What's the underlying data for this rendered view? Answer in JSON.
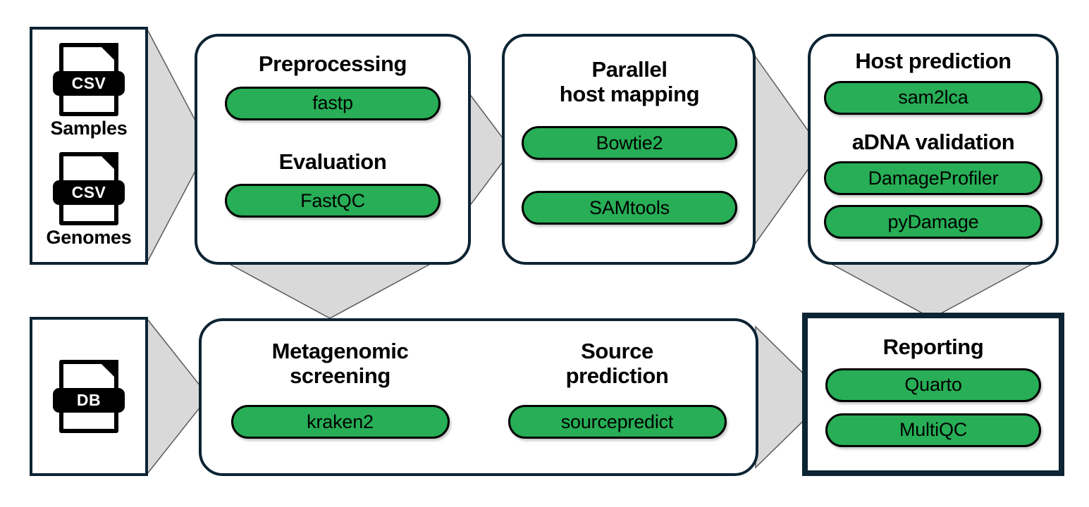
{
  "diagram": {
    "title": "Bioinformatics pipeline workflow",
    "colors": {
      "pill_fill": "#27ae56",
      "box_border": "#0c2433",
      "arrow_fill": "#d9d9d9",
      "arrow_stroke": "#5a5a5a",
      "icon_black": "#000000",
      "background": "#ffffff"
    }
  },
  "inputs": {
    "samples_box": {
      "entries": [
        {
          "icon_text": "CSV",
          "label": "Samples"
        },
        {
          "icon_text": "CSV",
          "label": "Genomes"
        }
      ]
    },
    "database_box": {
      "entries": [
        {
          "icon_text": "DB",
          "label": ""
        }
      ]
    }
  },
  "stages": {
    "preprocessing": {
      "sections": [
        {
          "title": "Preprocessing",
          "tools": [
            "fastp"
          ]
        },
        {
          "title": "Evaluation",
          "tools": [
            "FastQC"
          ]
        }
      ]
    },
    "host_mapping": {
      "sections": [
        {
          "title": "Parallel\nhost mapping",
          "tools": [
            "Bowtie2",
            "SAMtools"
          ]
        }
      ]
    },
    "host_prediction": {
      "sections": [
        {
          "title": "Host prediction",
          "tools": [
            "sam2lca"
          ]
        },
        {
          "title": "aDNA validation",
          "tools": [
            "DamageProfiler",
            "pyDamage"
          ]
        }
      ]
    },
    "metagenomic_screening": {
      "sections": [
        {
          "title": "Metagenomic\nscreening",
          "tools": [
            "kraken2"
          ]
        },
        {
          "title": "Source\nprediction",
          "tools": [
            "sourcepredict"
          ]
        }
      ]
    },
    "reporting": {
      "sections": [
        {
          "title": "Reporting",
          "tools": [
            "Quarto",
            "MultiQC"
          ]
        }
      ]
    }
  },
  "labels": {
    "preprocessing_title": "Preprocessing",
    "evaluation_title": "Evaluation",
    "fastp": "fastp",
    "fastqc": "FastQC",
    "parallel_host_mapping_line1": "Parallel",
    "parallel_host_mapping_line2": "host mapping",
    "bowtie2": "Bowtie2",
    "samtools": "SAMtools",
    "host_prediction_title": "Host prediction",
    "sam2lca": "sam2lca",
    "adna_validation_title": "aDNA validation",
    "damageprofiler": "DamageProfiler",
    "pydamage": "pyDamage",
    "metagenomic_line1": "Metagenomic",
    "metagenomic_line2": "screening",
    "kraken2": "kraken2",
    "source_line1": "Source",
    "source_line2": "prediction",
    "sourcepredict": "sourcepredict",
    "reporting_title": "Reporting",
    "quarto": "Quarto",
    "multiqc": "MultiQC",
    "samples_label": "Samples",
    "genomes_label": "Genomes",
    "csv_1": "CSV",
    "csv_2": "CSV",
    "db": "DB"
  }
}
